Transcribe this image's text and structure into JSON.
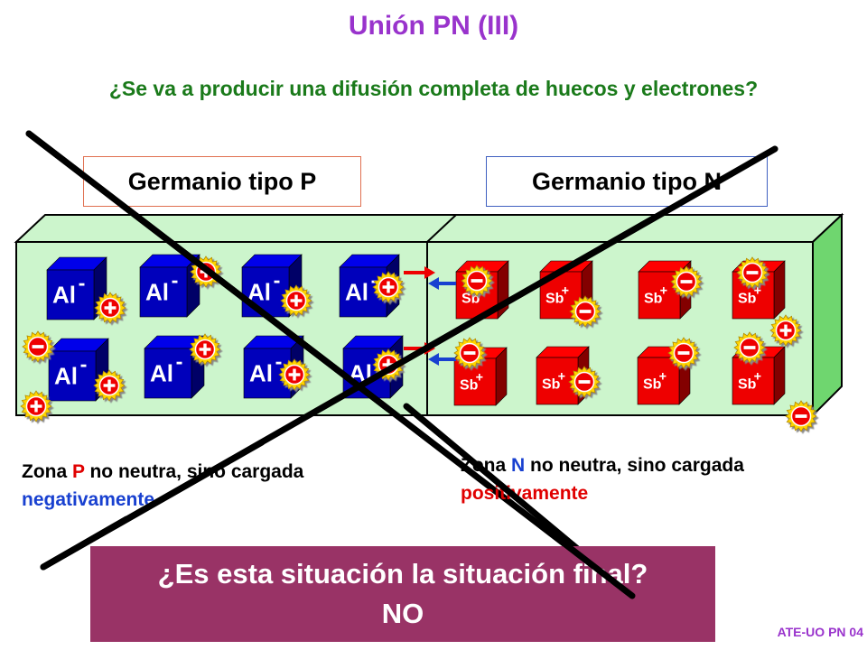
{
  "title": "Unión PN (III)",
  "question": "¿Se va a producir una difusión completa de huecos y electrones?",
  "labels": {
    "p_type": "Germanio tipo P",
    "n_type": "Germanio tipo N"
  },
  "ion_labels": {
    "acceptor": "Al",
    "donor": "Sb",
    "minus": "-",
    "plus": "+"
  },
  "zone_p": {
    "prefix": "Zona ",
    "letter": "P",
    "middle": " no neutra, sino cargada ",
    "charge": "negativamente"
  },
  "zone_n": {
    "prefix": "Zona ",
    "letter": "N",
    "middle": " no neutra, sino cargada ",
    "charge": "positivamente"
  },
  "final_question": {
    "line1": "¿Es esta situación la situación final?",
    "line2": "NO"
  },
  "footer": "ATE-UO PN 04",
  "colors": {
    "title": "#9933cc",
    "question": "#1a7a1a",
    "crystal": "#ccf5cc",
    "acceptor_cube": "#0000bb",
    "donor_cube": "#ee0000",
    "hole": "#ee0000",
    "electron": "#ee0000",
    "final_box": "#993366",
    "cross": "#000000"
  }
}
